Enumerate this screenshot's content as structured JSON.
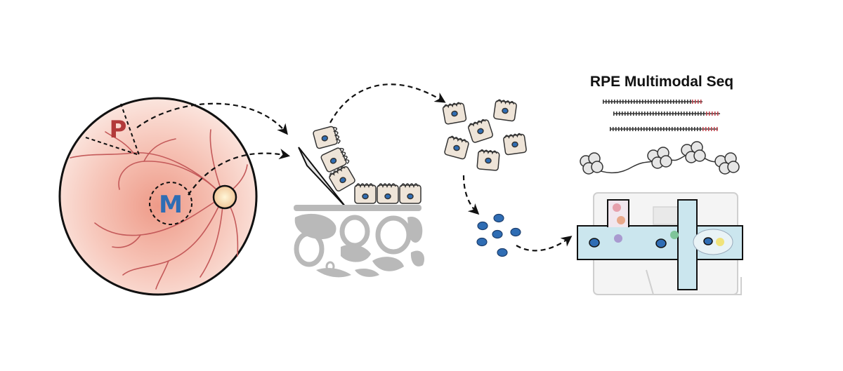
{
  "fundus": {
    "peripheral_label": "P",
    "macular_label": "M",
    "peripheral_color": "#b23a3a",
    "macular_color": "#2f6db4"
  },
  "sequencing": {
    "title": "RPE Multimodal Seq"
  },
  "colors": {
    "cell_fill": "#eee4d8",
    "nucleus": "#2f6db4",
    "tissue_gray": "#b9b9b9",
    "channel": "#cbe6ee",
    "vessel": "#c45a5a",
    "rna_dark": "#333333",
    "rna_tail": "#c0404a"
  }
}
